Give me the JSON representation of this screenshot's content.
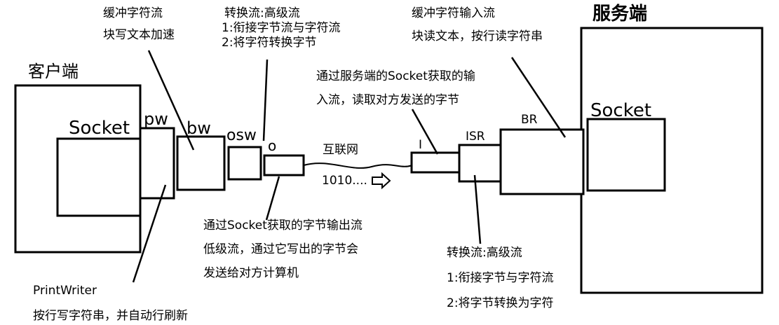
{
  "client": {
    "title": "客户端",
    "socket_label": "Socket",
    "pw_label": "pw",
    "bw_label": "bw",
    "osw_label": "osw",
    "o_label": "o",
    "pw_note": {
      "line1": "PrintWriter",
      "line2": "按行写字符串，并自动行刷新"
    },
    "bw_note": {
      "line1": "缓冲字符流",
      "line2": "块写文本加速"
    },
    "osw_note": {
      "line1": "转换流:高级流",
      "line2": "1:衔接字节流与字符流",
      "line3": "2:将字符转换字节"
    },
    "o_note": {
      "line1": "通过Socket获取的字节输出流",
      "line2": "低级流，通过它写出的字节会",
      "line3": "发送给对方计算机"
    }
  },
  "network": {
    "label": "互联网",
    "bits": "1010...."
  },
  "server": {
    "title": "服务端",
    "socket_label": "Socket",
    "i_label": "I",
    "isr_label": "ISR",
    "br_label": "BR",
    "i_note": {
      "line1": "通过服务端的Socket获取的输",
      "line2": "入流，读取对方发送的字节"
    },
    "br_note": {
      "line1": "缓冲字符输入流",
      "line2": "块读文本，按行读字符串"
    },
    "isr_note": {
      "line1": "转换流:高级流",
      "line2": "1:衔接字节与字符流",
      "line3": "2:将字节转换为字符"
    }
  }
}
